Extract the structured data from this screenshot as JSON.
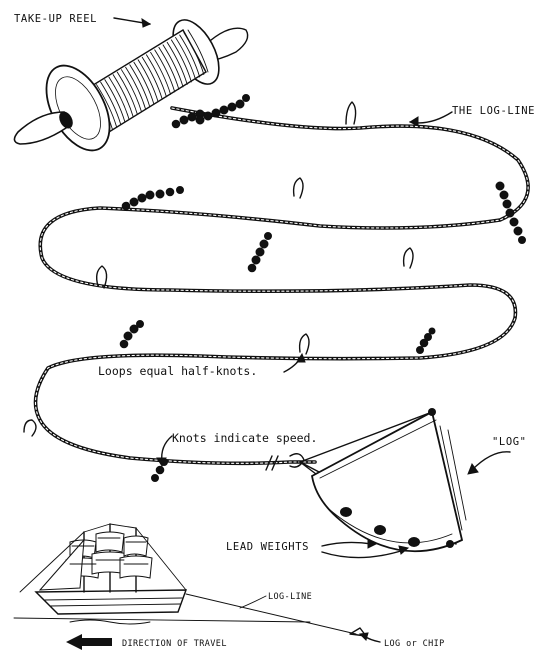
{
  "labels": {
    "take_up_reel": "TAKE-UP REEL",
    "log_line_top": "THE LOG-LINE",
    "loops_note": "Loops equal half-knots.",
    "knots_note": "Knots indicate speed.",
    "log": "\"LOG\"",
    "lead_weights": "LEAD WEIGHTS",
    "log_line_bottom": "LOG-LINE",
    "direction": "DIRECTION OF TRAVEL",
    "log_or_chip": "LOG or CHIP"
  }
}
